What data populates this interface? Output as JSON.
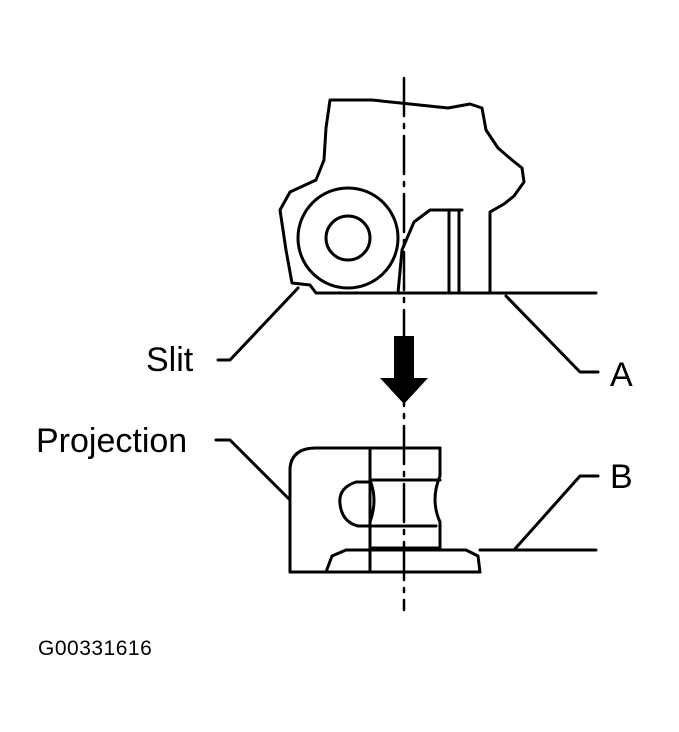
{
  "labels": {
    "slit": "Slit",
    "a": "A",
    "projection": "Projection",
    "b": "B",
    "figure_id": "G00331616"
  },
  "colors": {
    "ink": "#000000",
    "paper": "#ffffff"
  }
}
